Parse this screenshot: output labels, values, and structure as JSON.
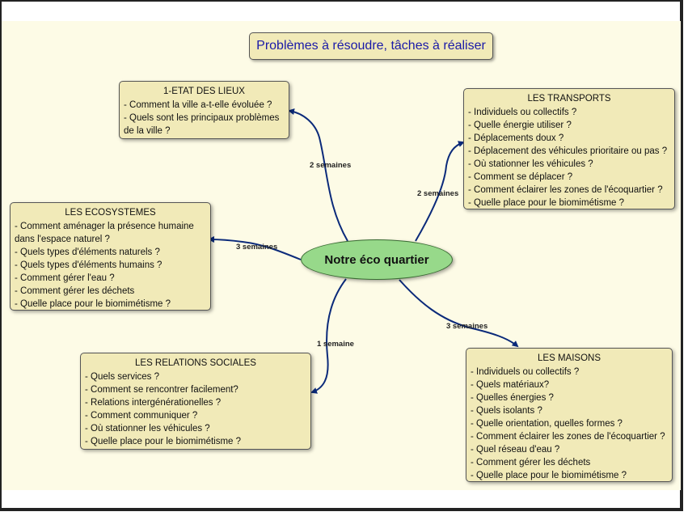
{
  "title": "Problèmes à résoudre, tâches à réaliser",
  "center": "Notre éco quartier",
  "branches": {
    "etat_des_lieux": {
      "heading": "1-ETAT DES LIEUX",
      "items": [
        "- Comment la ville a-t-elle évoluée ?",
        "- Quels sont les principaux problèmes de la ville ?"
      ],
      "duration": "2 semaines"
    },
    "transports": {
      "heading": "LES TRANSPORTS",
      "items": [
        "- Individuels ou collectifs ?",
        "- Quelle énergie utiliser ?",
        "- Déplacements doux ?",
        "- Déplacement des véhicules prioritaire ou pas ?",
        "- Où stationner les véhicules ?",
        "- Comment se déplacer ?",
        "- Comment éclairer les zones de l'écoquartier ?",
        "- Quelle place pour le biomimétisme ?"
      ],
      "duration": "2 semaines"
    },
    "ecosystemes": {
      "heading": "LES ECOSYSTEMES",
      "items": [
        "- Comment aménager la présence humaine dans l'espace naturel ?",
        "- Quels types d'éléments naturels ?",
        "- Quels types d'éléments humains ?",
        "- Comment gérer l'eau ?",
        "- Comment gérer les déchets",
        "- Quelle place pour le biomimétisme ?"
      ],
      "duration": "3 semaines"
    },
    "relations_sociales": {
      "heading": "LES RELATIONS SOCIALES",
      "items": [
        "- Quels services ?",
        "- Comment se rencontrer facilement?",
        "- Relations intergénérationelles ?",
        "- Comment communiquer ?",
        "- Où stationner les véhicules ?",
        "- Quelle place pour le biomimétisme ?"
      ],
      "duration": "1 semaine"
    },
    "maisons": {
      "heading": "LES MAISONS",
      "items": [
        "- Individuels ou collectifs ?",
        "- Quels matériaux?",
        "- Quelles énergies ?",
        "- Quels isolants ?",
        "- Quelle orientation, quelles formes ?",
        "- Comment éclairer les zones de l'écoquartier ?",
        "- Quel réseau d'eau ?",
        "- Comment gérer les déchets",
        "- Quelle place pour le biomimétisme ?"
      ],
      "duration": "3 semaines"
    }
  },
  "colors": {
    "connector": "#0b2a7a",
    "box_fill": "#f1eab8",
    "center_fill": "#97d98a",
    "title_text": "#1a1aa8",
    "canvas": "#fdfbe6"
  }
}
